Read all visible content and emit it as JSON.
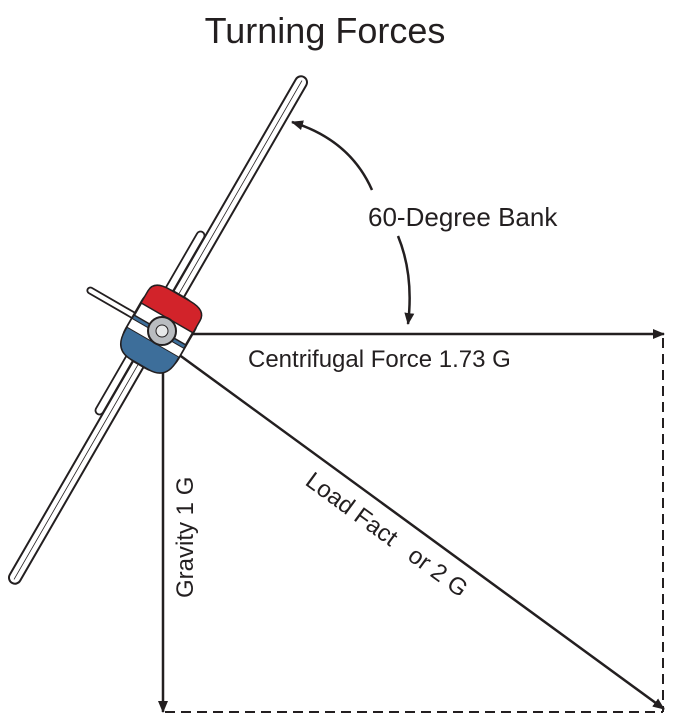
{
  "title": "Turning Forces",
  "labels": {
    "bank": "60-Degree Bank",
    "centrifugal": "Centrifugal Force 1.73 G",
    "gravity": "Gravity 1 G",
    "load_factor": "Load Fact   or 2 G"
  },
  "colors": {
    "line": "#231f20",
    "fuselage_blue": "#3d6e9a",
    "fuselage_red": "#d2232a",
    "canopy_grey": "#b9bcc0"
  }
}
